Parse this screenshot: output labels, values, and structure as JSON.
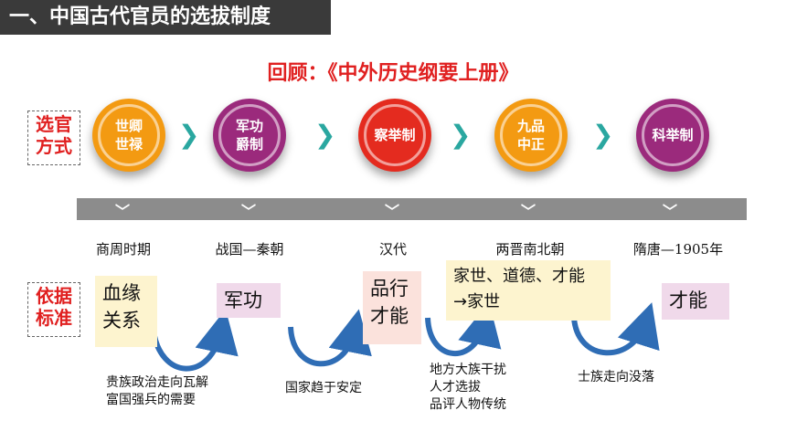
{
  "header": {
    "title": "一、中国古代官员的选拔制度"
  },
  "subtitle": "回顾：《中外历史纲要上册》",
  "side_labels": {
    "method": "选官\n方式",
    "standard": "依据\n标准"
  },
  "systems": [
    {
      "label": "世卿\n世禄",
      "color": "#f39a12"
    },
    {
      "label": "军功\n爵制",
      "color": "#9b2a7c"
    },
    {
      "label": "察举制",
      "color": "#e42b1f"
    },
    {
      "label": "九品\n中正",
      "color": "#f39a12"
    },
    {
      "label": "科举制",
      "color": "#9b2a7c"
    }
  ],
  "eras": [
    "商周时期",
    "战国—秦朝",
    "汉代",
    "两晋南北朝",
    "隋唐—1905年"
  ],
  "standards": [
    {
      "text": "血缘\n关系",
      "bg": "#fdf4cf"
    },
    {
      "text": "军功",
      "bg": "#f0d9ea"
    },
    {
      "text": "品行\n才能",
      "bg": "#fbe2dc"
    },
    {
      "text": "家世、道德、才能\n→家世",
      "bg": "#fdf4cf"
    },
    {
      "text": "才能",
      "bg": "#f0d9ea"
    }
  ],
  "reasons": [
    "贵族政治走向瓦解\n富国强兵的需要",
    "国家趋于安定",
    "地方大族干扰\n人才选拔\n品评人物传统",
    "士族走向没落"
  ],
  "colors": {
    "accent_red": "#e02020",
    "chevron": "#2aa7a0",
    "arrow": "#2f6db5"
  }
}
